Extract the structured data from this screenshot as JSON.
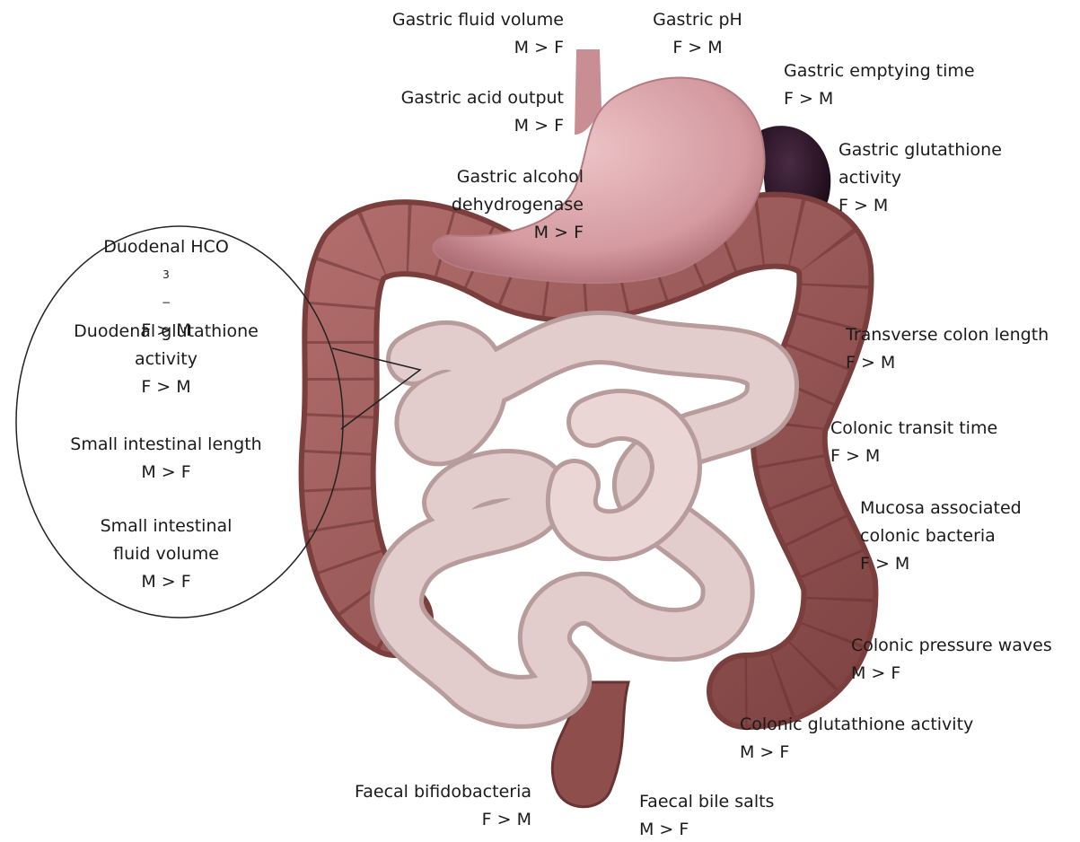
{
  "labels": {
    "gastric_fluid_volume": {
      "name": "Gastric fluid volume",
      "relation": "M > F"
    },
    "gastric_ph": {
      "name": "Gastric pH",
      "relation": "F > M"
    },
    "gastric_emptying_time": {
      "name": "Gastric emptying time",
      "relation": "F > M"
    },
    "gastric_acid_output": {
      "name": "Gastric acid output",
      "relation": "M > F"
    },
    "gastric_glutathione": {
      "line1": "Gastric glutathione",
      "line2": "activity",
      "relation": "F > M"
    },
    "gastric_alcohol_dh": {
      "line1": "Gastric alcohol",
      "line2": "dehydrogenase",
      "relation": "M > F"
    },
    "duodenal_hco3": {
      "prefix": "Duodenal HCO",
      "subscript": "3",
      "superscript": "−",
      "relation": "F > M"
    },
    "duodenal_glutathione": {
      "line1": "Duodenal glutathione",
      "line2": "activity",
      "relation": "F > M"
    },
    "small_intestinal_length": {
      "name": "Small intestinal length",
      "relation": "M > F"
    },
    "small_intestinal_fluid": {
      "line1": "Small intestinal",
      "line2": "fluid volume",
      "relation": "M > F"
    },
    "transverse_colon_length": {
      "name": "Transverse colon length",
      "relation": "F > M"
    },
    "colonic_transit_time": {
      "name": "Colonic transit time",
      "relation": "F > M"
    },
    "mucosa_bacteria": {
      "line1": "Mucosa associated",
      "line2": "colonic bacteria",
      "relation": "F > M"
    },
    "colonic_pressure_waves": {
      "name": "Colonic pressure waves",
      "relation": "M > F"
    },
    "colonic_glutathione": {
      "name": "Colonic glutathione activity",
      "relation": "M > F"
    },
    "faecal_bifidobacteria": {
      "name": "Faecal bifidobacteria",
      "relation": "F > M"
    },
    "faecal_bile_salts": {
      "name": "Faecal bile salts",
      "relation": "M > F"
    }
  },
  "colors": {
    "colon": "#9c5a58",
    "colon_dark": "#6e3432",
    "small_intestine": "#e3cccc",
    "small_intestine_shadow": "#b89c9c",
    "stomach": "#d9a6aa",
    "spleen": "#2a1526"
  }
}
